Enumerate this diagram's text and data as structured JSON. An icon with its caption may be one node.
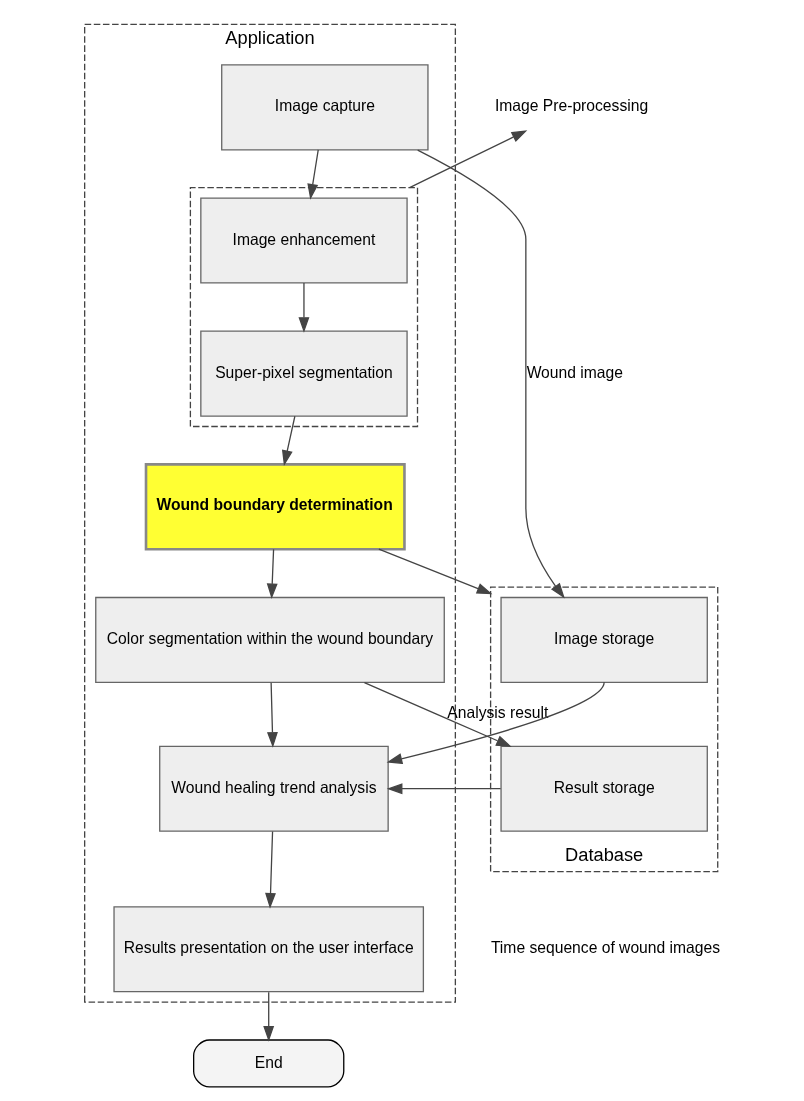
{
  "diagram": {
    "nodes": [
      {
        "text": [
          "Application"
        ]
      },
      {
        "text": [
          "Image capture"
        ],
        "in": 0
      },
      {
        "text": [],
        "shape": "box",
        "in": 0
      },
      {
        "text": [
          "Image enhancement"
        ],
        "in": 2
      },
      {
        "text": [
          "Super-pixel segmentation"
        ],
        "in": 2
      },
      {
        "text": [
          "Wound boundary determination"
        ],
        "in": 0
      },
      {
        "text": [
          "Color segmentation within the wound boundary"
        ],
        "in": 0
      },
      {
        "text": [
          "Wound healing trend analysis"
        ],
        "in": 0
      },
      {
        "text": [
          "Results presentation on the user interface"
        ],
        "in": 0
      },
      {
        "text": [
          "Database"
        ]
      },
      {
        "text": [
          "Image storage"
        ],
        "in": 9
      },
      {
        "text": [
          "Result storage"
        ],
        "in": 9
      },
      {
        "text": [
          "Image Pre-processing"
        ]
      },
      {
        "text": [
          "End"
        ]
      }
    ],
    "edges": [
      {
        "from": 1,
        "to": 3,
        "arrow": "to"
      },
      {
        "from": 1,
        "to": 10,
        "label": "Wound image",
        "arrow": "to"
      },
      {
        "from": 3,
        "to": 4,
        "arrow": "to"
      },
      {
        "from": 4,
        "to": 5,
        "arrow": "to"
      },
      {
        "from": 2,
        "to": 12,
        "arrow": "to"
      },
      {
        "from": 5,
        "to": 9,
        "arrow": "to"
      },
      {
        "from": 5,
        "to": 6,
        "arrow": "to"
      },
      {
        "from": 6,
        "to": 7,
        "arrow": "to"
      },
      {
        "from": 6,
        "to": 11,
        "label": "Analysis result",
        "arrow": "to"
      },
      {
        "from": 10,
        "to": 7,
        "arrow": "to"
      },
      {
        "from": 11,
        "to": 7,
        "arrow": "to"
      },
      {
        "from": 7,
        "to": 8,
        "arrow": "to"
      },
      {
        "from": 8,
        "to": 13,
        "arrow": "to"
      }
    ],
    "labels": [
      "Time sequence of wound images"
    ]
  }
}
